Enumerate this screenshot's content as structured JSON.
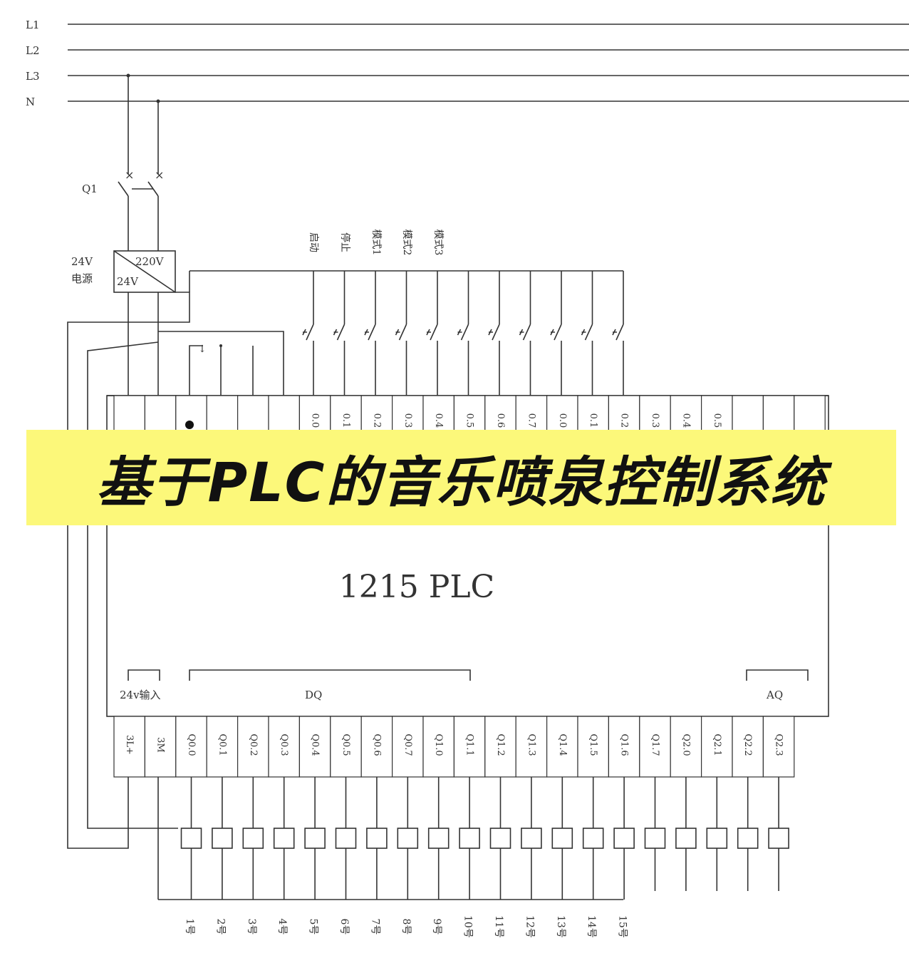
{
  "title_banner": "基于PLC的音乐喷泉控制系统",
  "power_lines": [
    "L1",
    "L2",
    "L3",
    "N"
  ],
  "breaker_label": "Q1",
  "power_supply": {
    "label_line1": "24V",
    "label_line2": "电源",
    "input": "220V",
    "output": "24V"
  },
  "input_buttons": [
    "启动",
    "停止",
    "模式1",
    "模式2",
    "模式3"
  ],
  "top_terminals": [
    "",
    "",
    "",
    "",
    "",
    "",
    "0.0",
    "0.1",
    "0.2",
    "0.3",
    "0.4",
    "0.5",
    "0.6",
    "0.7",
    "0.0",
    "0.1",
    "0.2",
    "0.3",
    "0.4",
    "0.5",
    "",
    "",
    ""
  ],
  "plc_model": "1215 PLC",
  "groups": {
    "input_24v": "24v输入",
    "dq": "DQ",
    "aq": "AQ"
  },
  "bottom_terminals": [
    "3L+",
    "3M",
    "Q0.0",
    "Q0.1",
    "Q0.2",
    "Q0.3",
    "Q0.4",
    "Q0.5",
    "Q0.6",
    "Q0.7",
    "Q1.0",
    "Q1.1",
    "Q1.2",
    "Q1.3",
    "Q1.4",
    "Q1.5",
    "Q1.6",
    "Q1.7",
    "Q2.0",
    "Q2.1",
    "Q2.2",
    "Q2.3"
  ],
  "output_labels": [
    "1号",
    "2号",
    "3号",
    "4号",
    "5号",
    "6号",
    "7号",
    "8号",
    "9号",
    "10号",
    "11号",
    "12号",
    "13号",
    "14号",
    "15号"
  ],
  "colors": {
    "line": "#333333",
    "banner": "#fcf87a"
  }
}
